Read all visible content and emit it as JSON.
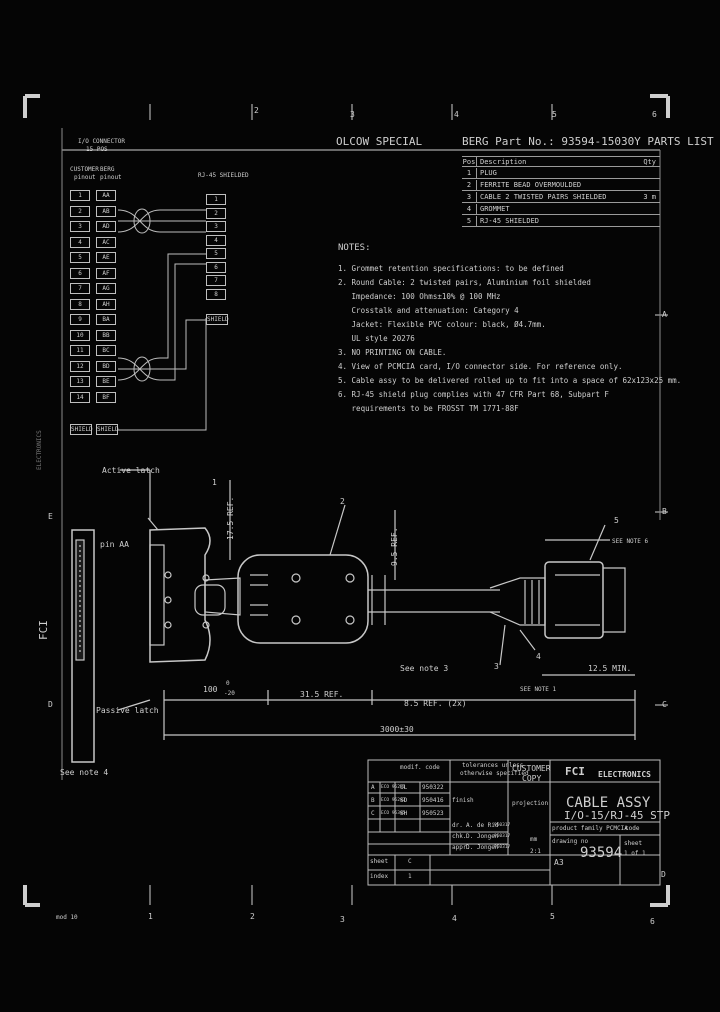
{
  "header": {
    "col_numbers": [
      "2",
      "3",
      "4",
      "5",
      "6"
    ],
    "title_left": "OLCOW SPECIAL",
    "title_right": "BERG Part No.: 93594-15030Y PARTS LIST"
  },
  "parts_list": {
    "headers": {
      "pos": "Pos",
      "description": "Description",
      "qty": "Qty"
    },
    "items": [
      {
        "pos": "1",
        "description": "PLUG",
        "qty": ""
      },
      {
        "pos": "2",
        "description": "FERRITE BEAD OVERMOULDED",
        "qty": ""
      },
      {
        "pos": "3",
        "description": "CABLE 2 TWISTED PAIRS SHIELDED",
        "qty": "3 m"
      },
      {
        "pos": "4",
        "description": "GROMMET",
        "qty": ""
      },
      {
        "pos": "5",
        "description": "RJ-45 SHIELDED",
        "qty": ""
      }
    ]
  },
  "connector": {
    "title_line1": "I/O CONNECTOR",
    "title_line2": "15 POS",
    "customer_label_line1": "CUSTOMER",
    "customer_label_line2": "pinout",
    "berg_label_line1": "BERG",
    "berg_label_line2": "pinout",
    "rj45_label": "RJ-45 SHIELDED",
    "customer_pins": [
      "1",
      "2",
      "3",
      "4",
      "5",
      "6",
      "7",
      "8",
      "9",
      "10",
      "11",
      "12",
      "13",
      "14"
    ],
    "berg_pins": [
      "AA",
      "AB",
      "AD",
      "AC",
      "AE",
      "AF",
      "AG",
      "AH",
      "BA",
      "BB",
      "BC",
      "BD",
      "BE",
      "BF"
    ],
    "rj45_pins": [
      "1",
      "2",
      "3",
      "4",
      "5",
      "6",
      "7",
      "8"
    ],
    "shield_customer": "SHIELD",
    "shield_berg": "SHIELD",
    "shield_rj45": "SHIELD"
  },
  "notes": {
    "heading": "NOTES:",
    "lines": [
      "1. Grommet retention specifications: to be defined",
      "2. Round Cable: 2 twisted pairs, Aluminium foil shielded",
      "   Impedance: 100 Ohms±10% @ 100 MHz",
      "   Crosstalk and attenuation: Category 4",
      "   Jacket: Flexible PVC colour: black, Ø4.7mm.",
      "   UL style 20276",
      "3. NO PRINTING ON CABLE.",
      "4. View of PCMCIA card, I/O connector side. For reference only.",
      "5. Cable assy to be delivered rolled up to fit into a space of 62x123x25 mm.",
      "6. RJ-45 shield plug complies with 47 CFR Part 68, Subpart F",
      "   requirements to be FROSST TM 1771-88F"
    ]
  },
  "drawing": {
    "latch_label": "Active latch",
    "pin_aa_label": "pin AA",
    "passive_latch": "Passive latch",
    "see_note_4": "See note 4",
    "see_note_3": "See note 3",
    "see_note_1": "SEE NOTE 1",
    "see_note_6": "SEE NOTE 6",
    "dim_175": "17.5 REF.",
    "dim_95": "9.5 REF.",
    "dim_125": "12.5 MIN.",
    "dim_100": "100",
    "dim_100_tol_top": "0",
    "dim_100_tol_bot": "-20",
    "dim_315": "31.5 REF.",
    "dim_85": "8.5 REF. (2x)",
    "dim_3000": "3000±30",
    "callouts": [
      "1",
      "2",
      "3",
      "4",
      "5"
    ],
    "side_letters": [
      "A",
      "B",
      "C",
      "D",
      "E"
    ]
  },
  "title_block": {
    "company": "ELECTRONICS",
    "logo_text": "FCI",
    "tolerances_line1": "tolerances unless",
    "tolerances_line2": "otherwise specified",
    "customer_copy_line1": "CUSTOMER",
    "customer_copy_line2": "COPY",
    "finish": "finish",
    "projection": "projection",
    "title_line1": "CABLE ASSY",
    "title_line2": "I/O-15/RJ-45 STP",
    "product_family": "product family PCMCIA",
    "code": "code",
    "drawing_no_label": "drawing no",
    "drawing_no": "93594",
    "size": "A3",
    "sheet_label": "sheet",
    "sheet_value": "1 of 1",
    "mm": "mm",
    "scale": "2:1",
    "modif_code": "modif. code",
    "revisions": [
      {
        "rev": "A",
        "eco": "ECO 95271",
        "by": "UL",
        "date": "950322"
      },
      {
        "rev": "B",
        "eco": "ECO 95283",
        "by": "SD",
        "date": "950416"
      },
      {
        "rev": "C",
        "eco": "ECO 95305",
        "by": "SH",
        "date": "950523"
      }
    ],
    "signatures": [
      {
        "role": "dr.",
        "name": "A. de Rid",
        "date": "950317"
      },
      {
        "role": "chk.",
        "name": "D. Jongen",
        "date": "950317"
      },
      {
        "role": "appr.",
        "name": "D. Jongen",
        "date": "950317"
      }
    ],
    "sheet_index_label": "sheet",
    "index_label": "index",
    "sheet_index_value": "C",
    "index_value": "1"
  },
  "footer": {
    "revision_mark": "mod 10",
    "col_numbers": [
      "1",
      "2",
      "3",
      "4",
      "5",
      "6"
    ],
    "corner_d": "D"
  }
}
